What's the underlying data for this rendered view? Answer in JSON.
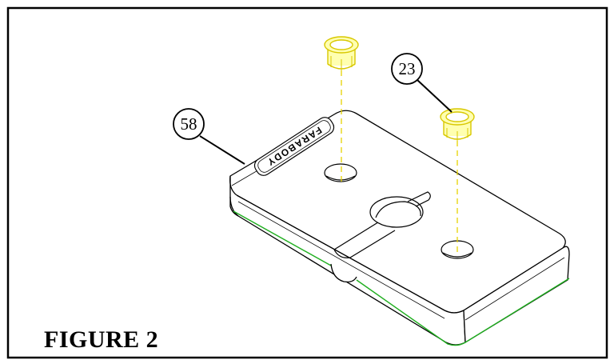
{
  "figure": {
    "caption": "FIGURE 2",
    "brand_label": "FARABODY",
    "callouts": [
      {
        "id": "base",
        "label": "58"
      },
      {
        "id": "bushing",
        "label": "23"
      }
    ]
  },
  "colors": {
    "outline": "#000000",
    "bushing_fill": "#ffff66",
    "bushing_stroke": "#d8c800",
    "guide_line": "#e6d200",
    "edge_highlight": "#1fae1f"
  }
}
